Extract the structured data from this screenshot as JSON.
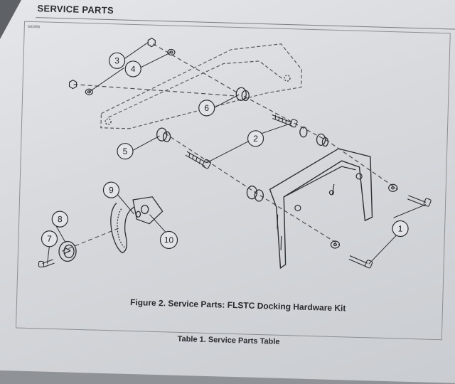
{
  "header": {
    "title": "SERVICE PARTS"
  },
  "figure": {
    "id": "is03955",
    "caption": "Figure 2. Service Parts: FLSTC Docking Hardware Kit",
    "callouts": [
      "1",
      "2",
      "3",
      "4",
      "5",
      "6",
      "7",
      "8",
      "9",
      "10"
    ]
  },
  "table": {
    "title": "Table 1. Service Parts Table"
  }
}
